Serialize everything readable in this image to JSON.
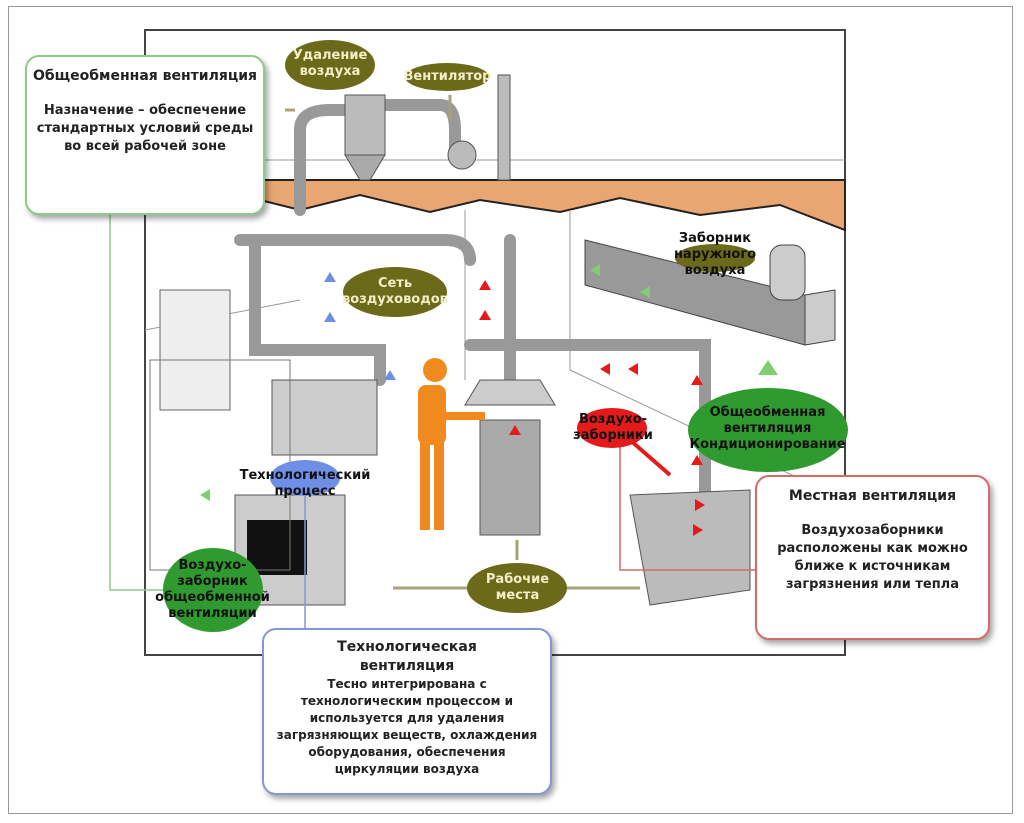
{
  "boxes": {
    "general": {
      "title": "Общеобменная вентиляция",
      "body": "Назначение – обеспечение стандартных условий среды во всей рабочей зоне",
      "color": "#8fc98a"
    },
    "local": {
      "title": "Местная вентиляция",
      "body": "Воздухозаборники расположены как можно ближе к источникам загрязнения или тепла",
      "color": "#d66a6a"
    },
    "tech": {
      "title": "Технологическая вентиляция",
      "body": "Тесно интегрирована с технологическим процессом и используется для удаления загрязняющих веществ, охлаждения оборудования, обеспечения циркуляции воздуха",
      "color": "#8a93d6"
    }
  },
  "labels": {
    "air_removal": "Удаление воздуха",
    "fan": "Вентилятор",
    "duct_network": "Сеть воздуховодов",
    "outdoor_intake": "Заборник наружного воздуха",
    "air_intakes": "Воздухо-заборники",
    "general_conditioning": "Общеобменная вентиляция Кондиционирование",
    "tech_process": "Технологический процесс",
    "general_intake": "Воздухо-заборник общеобменной вентиляции",
    "workplaces": "Рабочие места"
  },
  "colors": {
    "olive": "#6b6a1a",
    "green": "#2f9a2f",
    "red": "#e51b1b",
    "blue": "#6f8fe6",
    "ceiling": "#e9a673",
    "duct": "#b5b5b5"
  }
}
